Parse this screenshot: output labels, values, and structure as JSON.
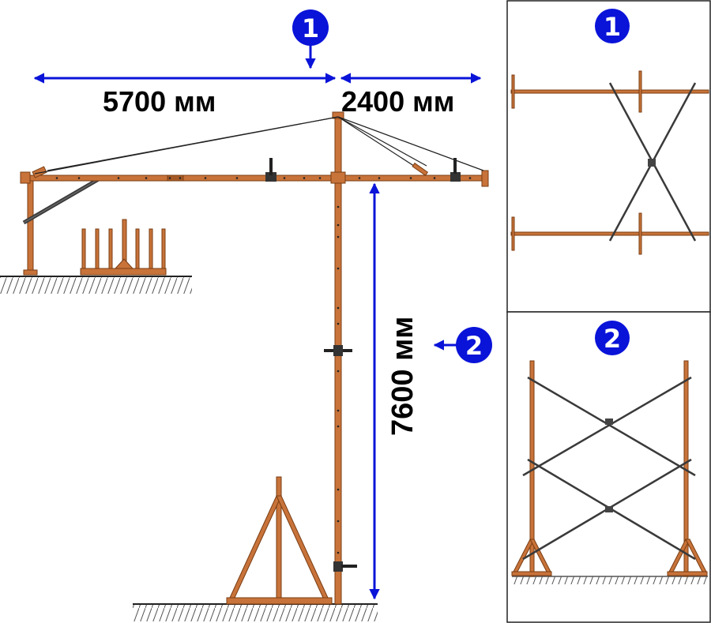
{
  "dimensions": {
    "left_span": "5700 мм",
    "right_span": "2400 мм",
    "height": "7600 мм"
  },
  "markers": {
    "marker_1": "1",
    "marker_2": "2"
  },
  "colors": {
    "steel": "#c8733a",
    "steel_dark": "#7a3d12",
    "arrow": "#0a13d8",
    "badge": "#0a13d8",
    "brace": "#3a3a3a"
  }
}
